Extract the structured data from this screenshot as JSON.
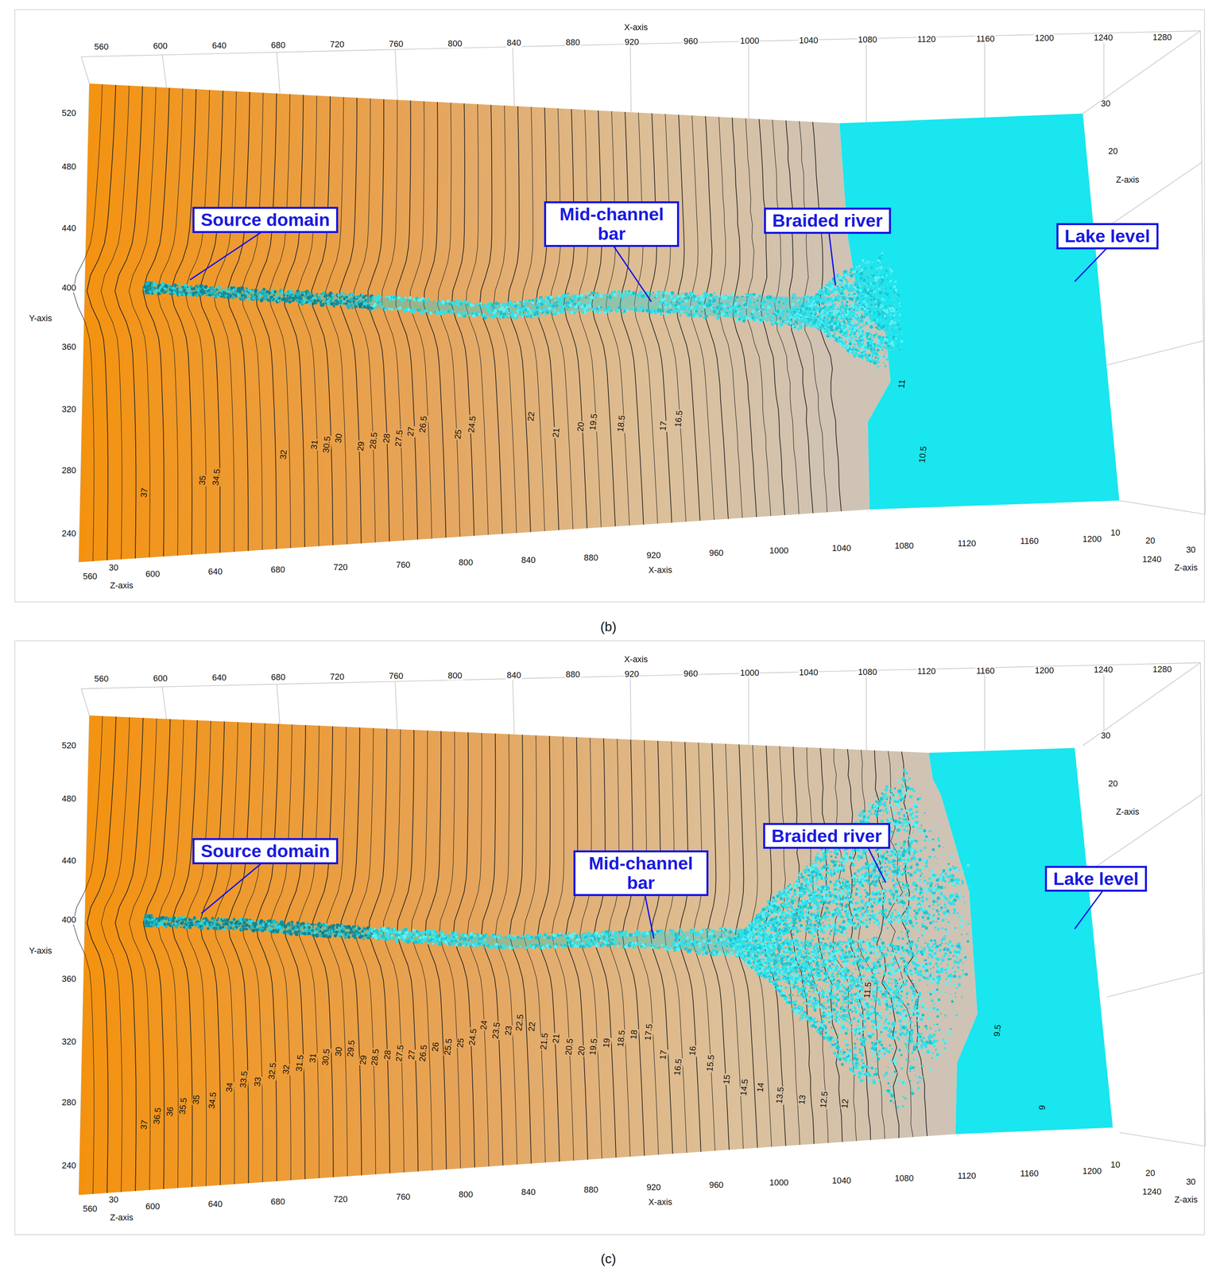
{
  "diagram": {
    "nodes": [
      {
        "text": [
          "Source domain"
        ]
      },
      {
        "text": [
          "Mid-channel bar"
        ]
      },
      {
        "text": [
          "Braided river"
        ]
      },
      {
        "text": [
          "Lake level"
        ]
      },
      {
        "text": [
          "Source domain"
        ]
      },
      {
        "text": [
          "Mid-channel bar"
        ]
      },
      {
        "text": [
          "Braided river"
        ]
      },
      {
        "text": [
          "Lake level"
        ]
      }
    ],
    "labels": [
      "X-axis",
      "560",
      "600",
      "640",
      "680",
      "720",
      "760",
      "800",
      "840",
      "880",
      "920",
      "960",
      "1000",
      "1040",
      "1080",
      "1120",
      "1160",
      "1200",
      "1240",
      "1280",
      "30",
      "20",
      "Z-axis",
      "520",
      "480",
      "440",
      "400",
      "Y-axis",
      "360",
      "320",
      "280",
      "240",
      "30",
      "Z-axis",
      "560",
      "600",
      "640",
      "680",
      "720",
      "760",
      "800",
      "840",
      "880",
      "920",
      "960",
      "1000",
      "1040",
      "1080",
      "1120",
      "1160",
      "1200",
      "X-axis",
      "10",
      "20",
      "30",
      "1240",
      "Z-axis",
      "37",
      "35",
      "34.5",
      "32",
      "31",
      "30.5",
      "30",
      "29",
      "28.5",
      "28",
      "27.5",
      "27",
      "26.5",
      "25",
      "24.5",
      "22",
      "21",
      "20",
      "19.5",
      "18.5",
      "17",
      "16.5",
      "11",
      "10.5",
      "(b)",
      "X-axis",
      "560",
      "600",
      "640",
      "680",
      "720",
      "760",
      "800",
      "840",
      "880",
      "920",
      "960",
      "1000",
      "1040",
      "1080",
      "1120",
      "1160",
      "1200",
      "1240",
      "1280",
      "30",
      "20",
      "Z-axis",
      "520",
      "480",
      "440",
      "400",
      "Y-axis",
      "360",
      "320",
      "280",
      "240",
      "30",
      "Z-axis",
      "560",
      "600",
      "640",
      "680",
      "720",
      "760",
      "800",
      "840",
      "880",
      "920",
      "960",
      "1000",
      "1040",
      "1080",
      "1120",
      "1160",
      "1200",
      "X-axis",
      "10",
      "20",
      "30",
      "1240",
      "Z-axis",
      "37",
      "36.5",
      "36",
      "35.5",
      "35",
      "34.5",
      "34",
      "33.5",
      "33",
      "32.5",
      "32",
      "31.5",
      "31",
      "30.5",
      "30",
      "29.5",
      "29",
      "28.5",
      "28",
      "27.5",
      "27",
      "26.5",
      "26",
      "25.5",
      "25",
      "24.5",
      "24",
      "23.5",
      "23",
      "22.5",
      "22",
      "21.5",
      "21",
      "20.5",
      "20",
      "19.5",
      "19",
      "18.5",
      "18",
      "17.5",
      "17",
      "16.5",
      "16",
      "15.5",
      "15",
      "14.5",
      "14",
      "13.5",
      "13",
      "12.5",
      "12",
      "11.5",
      "9.5",
      "9",
      "(c)"
    ]
  }
}
